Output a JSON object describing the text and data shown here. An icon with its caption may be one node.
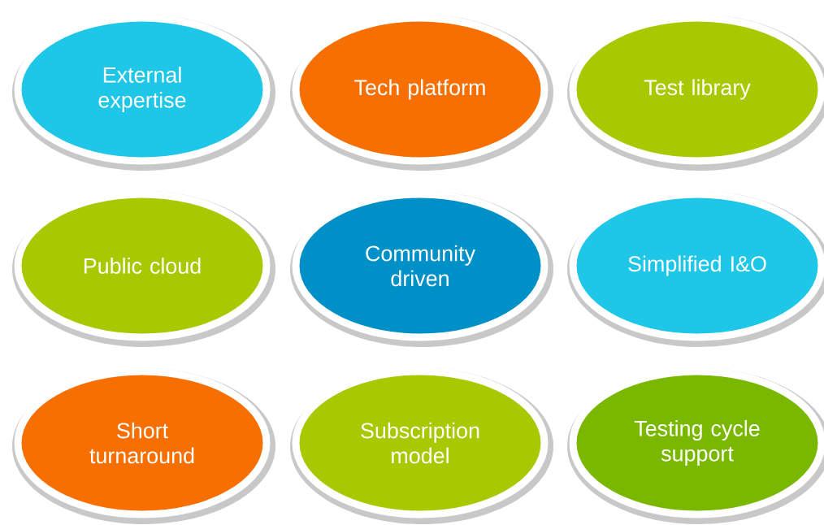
{
  "diagram": {
    "nodes": [
      {
        "text": [
          "External expertise"
        ]
      },
      {
        "text": [
          "Tech platform"
        ]
      },
      {
        "text": [
          "Test library"
        ]
      },
      {
        "text": [
          "Public cloud"
        ]
      },
      {
        "text": [
          "Community driven"
        ]
      },
      {
        "text": [
          "Simplified I&O"
        ]
      },
      {
        "text": [
          "Short turnaround"
        ]
      },
      {
        "text": [
          "Subscription model"
        ]
      },
      {
        "text": [
          "Testing cycle support"
        ]
      }
    ]
  }
}
